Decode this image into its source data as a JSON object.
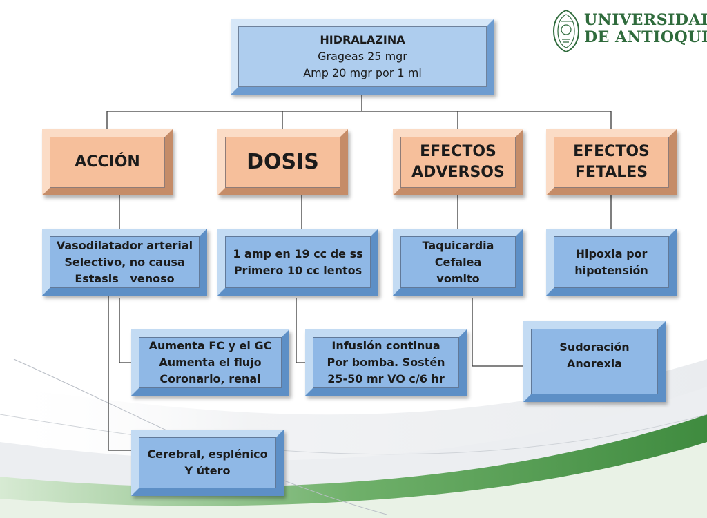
{
  "root": {
    "lines": [
      "HIDRALAZINA",
      "Grageas 25 mgr",
      "Amp 20 mgr por 1 ml"
    ]
  },
  "categories": {
    "accion": [
      "ACCIÓN"
    ],
    "dosis": [
      "DOSIS"
    ],
    "adversos": [
      "EFECTOS",
      "ADVERSOS"
    ],
    "fetales": [
      "EFECTOS",
      "FETALES"
    ]
  },
  "details": {
    "accion": [
      "Vasodilatador arterial",
      "Selectivo, no causa",
      "Estasis   venoso"
    ],
    "dosis": [
      "1 amp en 19 cc de ss",
      "Primero 10 cc lentos"
    ],
    "adversos": [
      "Taquicardia",
      "Cefalea",
      "vomito"
    ],
    "fetales": [
      "Hipoxia por",
      "hipotensión"
    ]
  },
  "subdetails": {
    "accion_fc": [
      "Aumenta FC y el GC",
      "Aumenta el flujo",
      "Coronario, renal"
    ],
    "accion_cerebral": [
      "Cerebral, esplénico",
      "Y útero"
    ],
    "dosis_infusion": [
      "Infusión continua",
      "Por bomba. Sostén",
      "25-50 mr VO c/6 hr"
    ],
    "adversos_sudoracion": [
      "Sudoración",
      "Anorexia"
    ]
  },
  "logo": {
    "lines": [
      "UNIVERSIDAD",
      "DE ANTIOQUIA"
    ]
  },
  "colors": {
    "box_blue": "#8fb8e6",
    "box_peach": "#f6bf9b",
    "logo_green": "#2f6b3c",
    "swoosh_green": "#4f9a4a"
  }
}
